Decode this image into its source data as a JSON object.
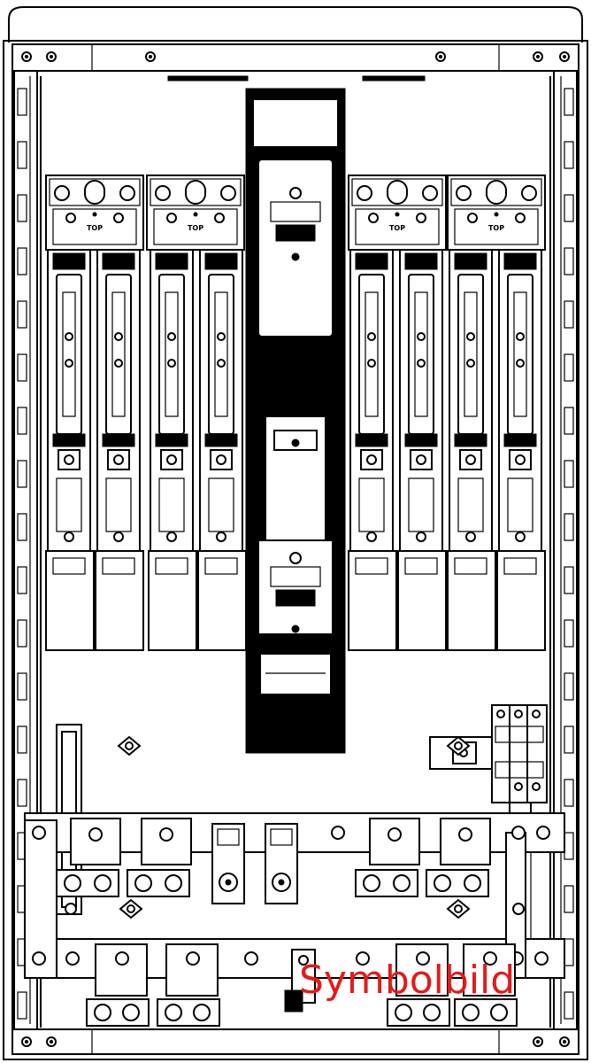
{
  "fuse_base_label": "TOP",
  "watermark_text": "Symbolbild",
  "watermark_color": "#e21b1b",
  "fuse_base_count": 4,
  "fuse_holder_count": 8,
  "disconnector_count": 1,
  "busbar_count": 2,
  "terminal_count": 10
}
